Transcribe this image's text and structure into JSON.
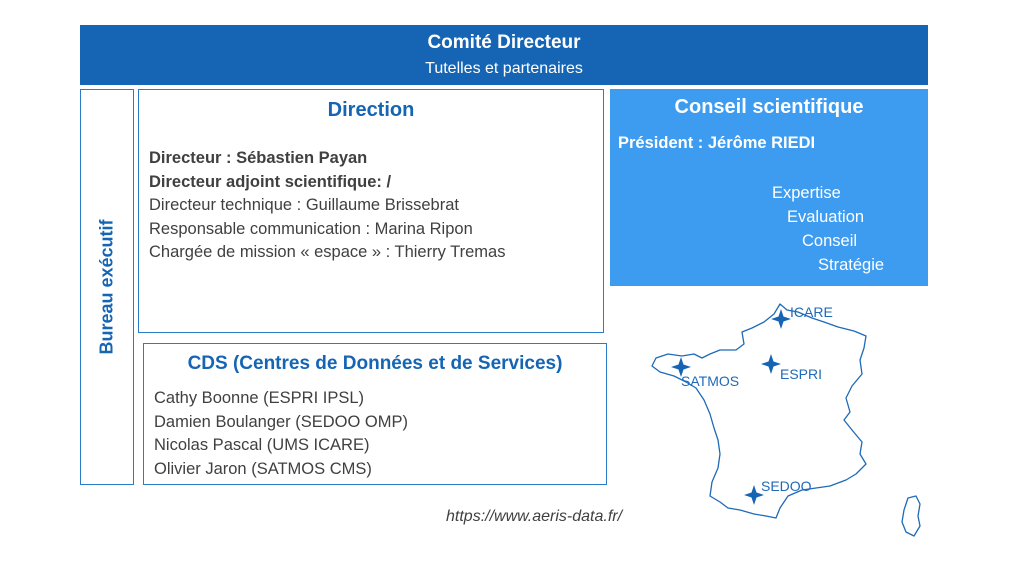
{
  "comite": {
    "title": "Comité Directeur",
    "subtitle": "Tutelles et partenaires"
  },
  "bureau": {
    "label": "Bureau exécutif"
  },
  "direction": {
    "title": "Direction",
    "lines": [
      {
        "text": "Directeur : Sébastien Payan",
        "bold": true
      },
      {
        "text": "Directeur adjoint scientifique:  /",
        "bold": true
      },
      {
        "text": "Directeur technique : Guillaume Brissebrat",
        "bold": false
      },
      {
        "text": "Responsable communication : Marina Ripon",
        "bold": false
      },
      {
        "text": "Chargée de mission « espace » : Thierry Tremas",
        "bold": false
      }
    ]
  },
  "conseil": {
    "title": "Conseil scientifique",
    "president": "Président : Jérôme RIEDI",
    "keywords": [
      "Expertise",
      "Evaluation",
      "Conseil",
      "Stratégie"
    ]
  },
  "cds": {
    "title": "CDS (Centres de Données et de Services)",
    "lines": [
      "Cathy Boonne (ESPRI IPSL)",
      "Damien Boulanger (SEDOO OMP)",
      "Nicolas Pascal (UMS ICARE)",
      "Olivier Jaron (SATMOS CMS)"
    ]
  },
  "map": {
    "locations": [
      {
        "name": "ICARE",
        "icon": "star-icon"
      },
      {
        "name": "SATMOS",
        "icon": "star-icon"
      },
      {
        "name": "ESPRI",
        "icon": "star-icon"
      },
      {
        "name": "SEDOO",
        "icon": "star-icon"
      }
    ]
  },
  "url": "https://www.aeris-data.fr/",
  "colors": {
    "dark_blue": "#1565b4",
    "light_blue": "#3d9bf0",
    "border_blue": "#2b7bc9",
    "text_gray": "#404040"
  }
}
